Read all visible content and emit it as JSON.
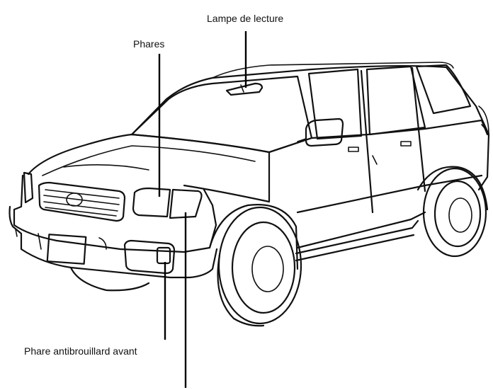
{
  "labels": {
    "reading_lamp": "Lampe de lecture",
    "headlights": "Phares",
    "front_fog_light": "Phare antibrouillard avant"
  },
  "colors": {
    "line": "#111111",
    "background": "#ffffff"
  },
  "icons": {
    "vehicle": "suv-line-drawing"
  }
}
